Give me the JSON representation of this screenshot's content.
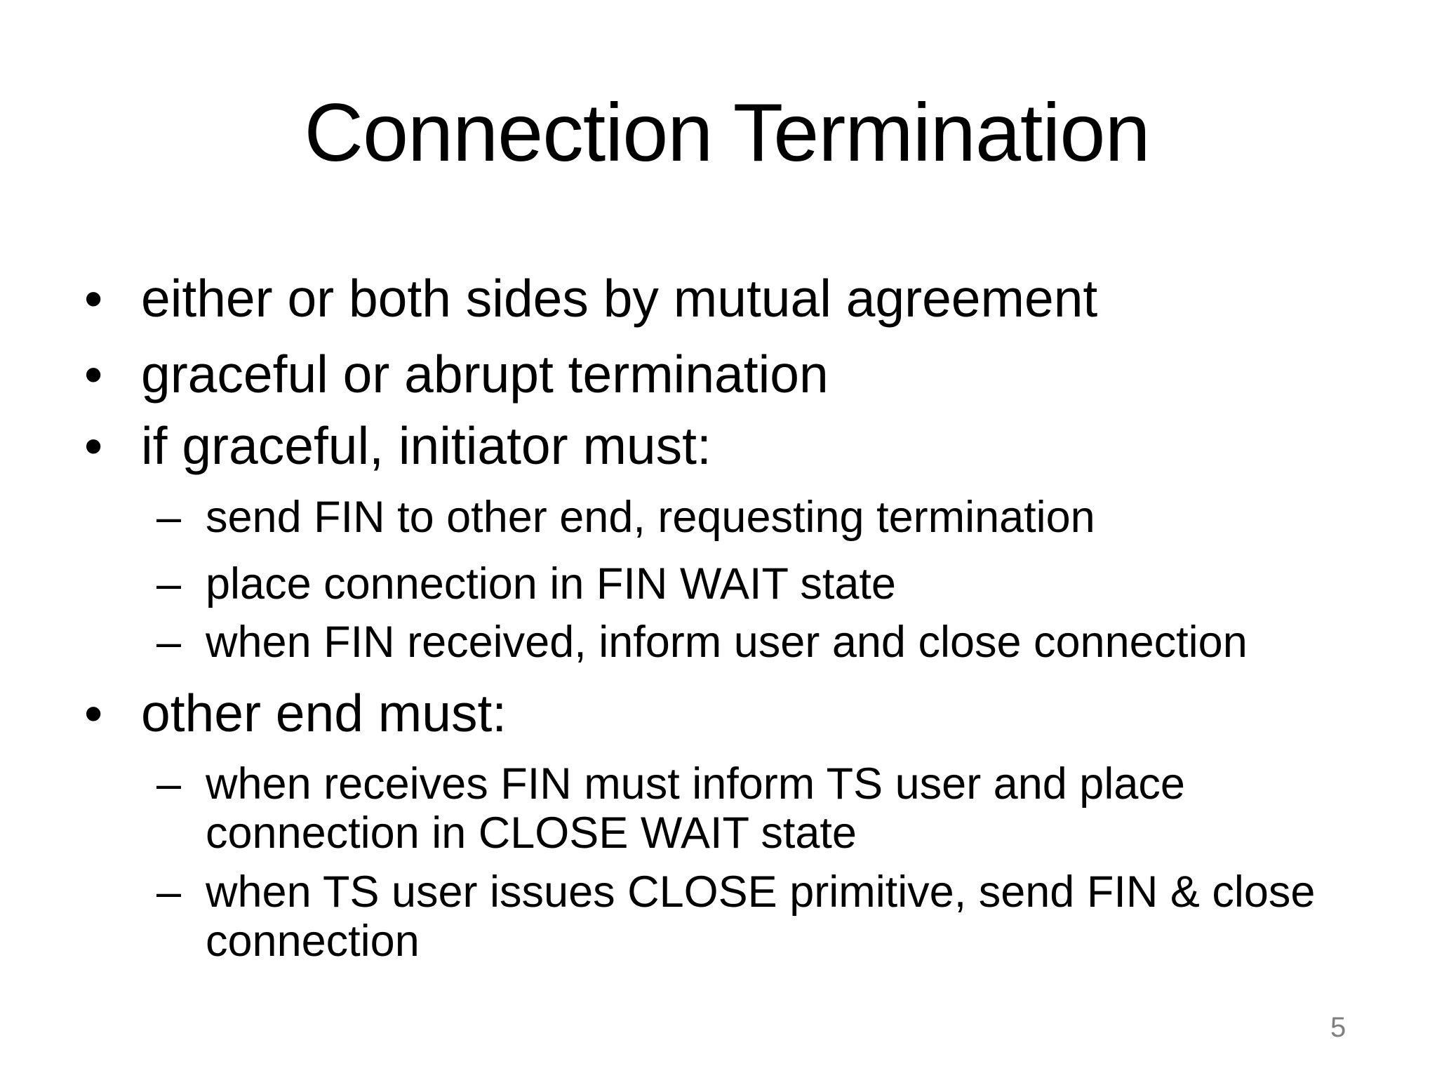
{
  "slide": {
    "title": "Connection Termination",
    "page_number": "5",
    "colors": {
      "background": "#ffffff",
      "text": "#000000",
      "page_number": "#7f7f7f"
    },
    "bullets": [
      {
        "marker": "•",
        "level": 1,
        "lines": [
          "either or both sides by mutual agreement"
        ]
      },
      {
        "marker": "•",
        "level": 1,
        "lines": [
          "graceful or abrupt termination"
        ]
      },
      {
        "marker": "•",
        "level": 1,
        "lines": [
          "if graceful, initiator must:"
        ]
      },
      {
        "marker": "–",
        "level": 2,
        "lines": [
          "send FIN to other end, requesting termination"
        ]
      },
      {
        "marker": "–",
        "level": 2,
        "lines": [
          "place connection in FIN WAIT state"
        ]
      },
      {
        "marker": "–",
        "level": 2,
        "lines": [
          "when FIN received, inform user and close connection"
        ]
      },
      {
        "marker": "•",
        "level": 1,
        "lines": [
          "other end must:"
        ]
      },
      {
        "marker": "–",
        "level": 2,
        "lines": [
          "when receives FIN must inform TS user and place",
          "connection in CLOSE WAIT state"
        ]
      },
      {
        "marker": "–",
        "level": 2,
        "lines": [
          "when TS user issues CLOSE primitive, send FIN & close",
          "connection"
        ]
      }
    ]
  }
}
